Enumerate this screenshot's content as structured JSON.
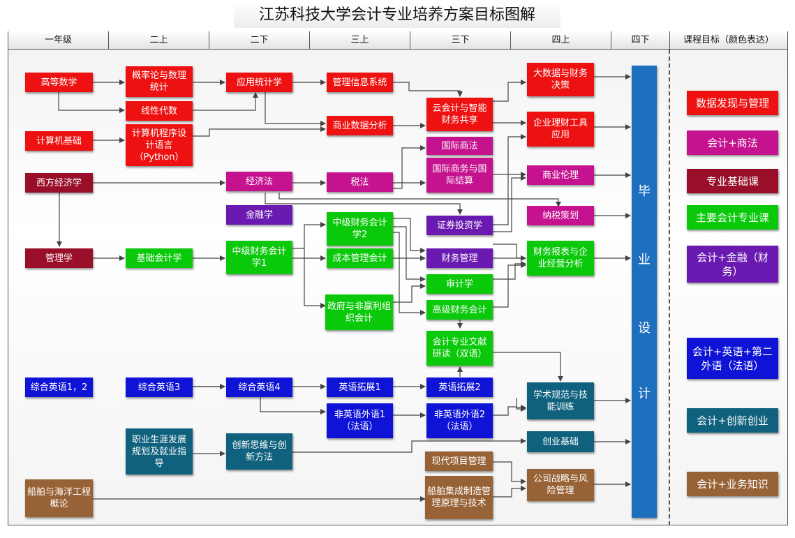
{
  "title": "江苏科技大学会计专业培养方案目标图解",
  "headers": [
    "一年级",
    "二上",
    "二下",
    "三上",
    "三下",
    "四上",
    "四下",
    "课程目标（颜色表达）"
  ],
  "colors": {
    "red": "#ee1111",
    "magenta": "#c5138f",
    "maroon": "#990f2a",
    "green": "#0ac80a",
    "purple": "#6a1ab0",
    "blue": "#0f13d6",
    "teal": "#0f617d",
    "brown": "#976235"
  },
  "courses": {
    "gaodeng": "高等数学",
    "gailv": "概率论与数理统计",
    "yingyong": "应用统计学",
    "guanli_xinxi": "管理信息系统",
    "dashuju": "大数据与财务决策",
    "xianxing": "线性代数",
    "yunkuaiji": "云会计与智能财务共享",
    "jisuanji": "计算机基础",
    "chengxu": "计算机程序设计语言（Python）",
    "shangye_shuju": "商业数据分析",
    "qiye_licai": "企业理财工具应用",
    "guoji_shangfa": "国际商法",
    "guoji_shangwu": "国际商务与国际结算",
    "xifang": "西方经济学",
    "jingjifa": "经济法",
    "shuifa": "税法",
    "shangye_lunli": "商业伦理",
    "jinrong": "金融学",
    "nashui": "纳税策划",
    "zhongji2": "中级财务会计学2",
    "zhengquan": "证券投资学",
    "guanlixue": "管理学",
    "jichu_kuaiji": "基础会计学",
    "zhongji1": "中级财务会计学1",
    "chengben": "成本管理会计",
    "caiwu_guanli": "财务管理",
    "baobiao": "财务报表与企业经营分析",
    "shenji": "审计学",
    "zhengfu": "政府与非赢利组织会计",
    "gaoji": "高级财务会计",
    "wenxian": "会计专业文献研读（双语）",
    "zonghe12": "综合英语1，2",
    "zonghe3": "综合英语3",
    "zonghe4": "综合英语4",
    "tuozhan1": "英语拓展1",
    "tuozhan2": "英语拓展2",
    "xueshu": "学术规范与技能训练",
    "feiying1": "非英语外语1（法语）",
    "feiying2": "非英语外语2（法语）",
    "zhiye": "职业生涯发展规划及就业指导",
    "chuangxin": "创新思维与创新方法",
    "chuangye": "创业基础",
    "xiandai": "现代项目管理",
    "chuanbo_gailun": "船舶与海洋工程概论",
    "chuanbo_jicheng": "船舶集成制造管理原理与技术",
    "gongsi": "公司战略与风险管理"
  },
  "graduation": [
    "毕",
    "业",
    "设",
    "计"
  ],
  "legend": {
    "red": "数据发现与管理",
    "magenta": "会计+商法",
    "maroon": "专业基础课",
    "green": "主要会计专业课",
    "purple": "会计+金融（财务）",
    "blue": "会计+英语+第二外语（法语）",
    "teal": "会计+创新创业",
    "brown": "会计+业务知识"
  }
}
